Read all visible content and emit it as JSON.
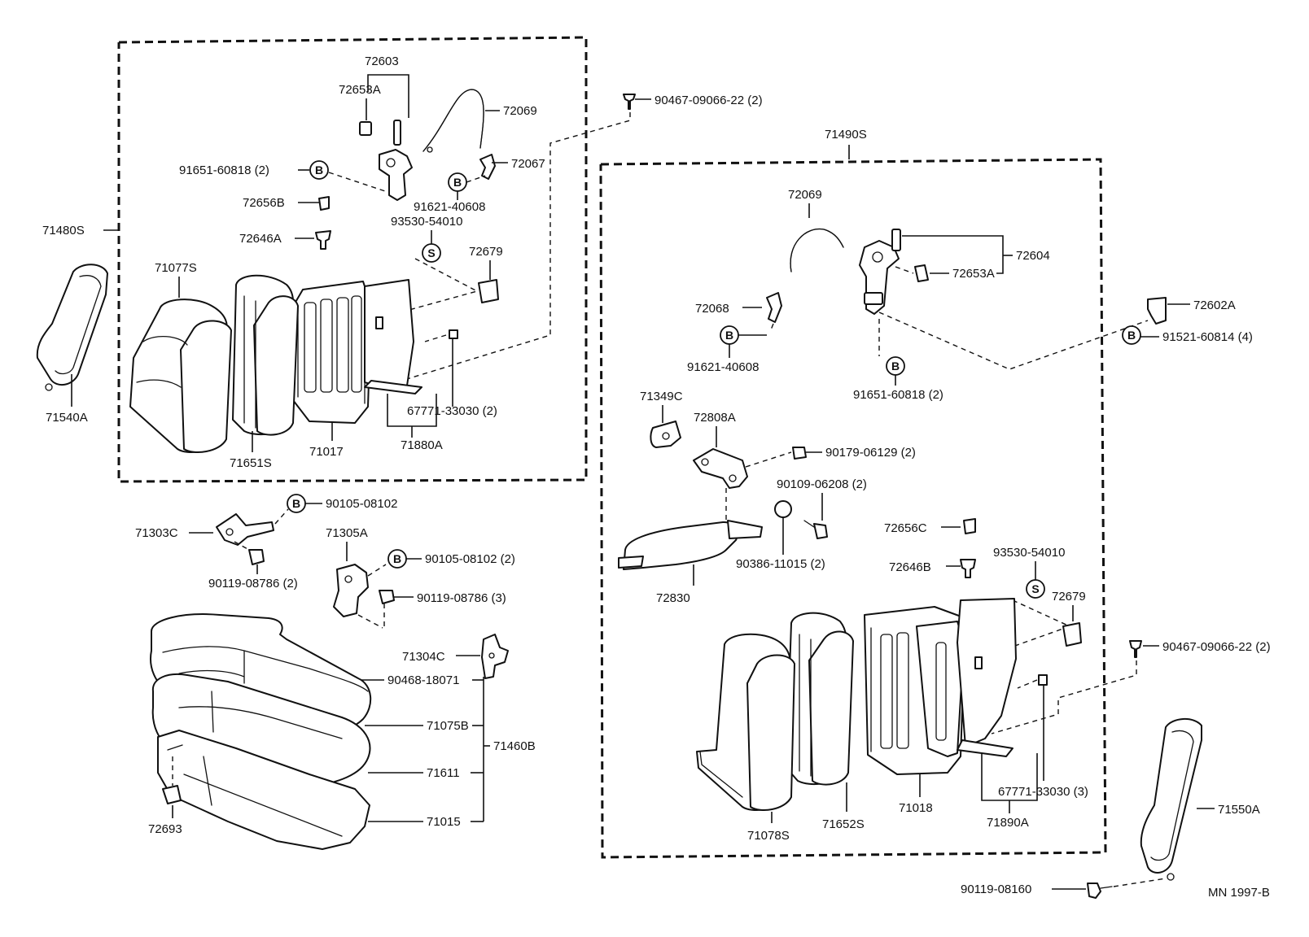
{
  "groups": {
    "g71480S": "71480S",
    "g71490S": "71490S",
    "g71460B": "71460B"
  },
  "symbols": {
    "bolt": "B",
    "screw": "S"
  },
  "labels": {
    "p72603": "72603",
    "p72653A_l": "72653A",
    "p72069_l": "72069",
    "p90467_t": "90467-09066-22 (2)",
    "p91651_l": "91651-60818 (2)",
    "p72067": "72067",
    "p91621_l": "91621-40608",
    "p72656B": "72656B",
    "p93530_l": "93530-54010",
    "p72646A": "72646A",
    "p72679_l": "72679",
    "p71077S": "71077S",
    "p71540A": "71540A",
    "p71017": "71017",
    "p67771_l": "67771-33030 (2)",
    "p71880A": "71880A",
    "p71651S": "71651S",
    "p72069_r": "72069",
    "p72604": "72604",
    "p72653A_r": "72653A",
    "p72068": "72068",
    "p72602A": "72602A",
    "p91521": "91521-60814 (4)",
    "p91621_r": "91621-40608",
    "p91651_r": "91651-60818 (2)",
    "p71349C": "71349C",
    "p72808A": "72808A",
    "p90179": "90179-06129 (2)",
    "p90109": "90109-06208 (2)",
    "p72656C": "72656C",
    "p93530_r": "93530-54010",
    "p72646B": "72646B",
    "p72679_r": "72679",
    "p72830": "72830",
    "p90386": "90386-11015 (2)",
    "p90467_r": "90467-09066-22 (2)",
    "p71078S": "71078S",
    "p71652S": "71652S",
    "p71018": "71018",
    "p67771_r": "67771-33030 (3)",
    "p71890A": "71890A",
    "p71550A": "71550A",
    "p90119_08160": "90119-08160",
    "p71303C": "71303C",
    "p90105_a": "90105-08102",
    "p71305A": "71305A",
    "p90105_b": "90105-08102 (2)",
    "p90119_08786a": "90119-08786 (2)",
    "p90119_08786b": "90119-08786 (3)",
    "p71304C": "71304C",
    "p90468": "90468-18071",
    "p71075B": "71075B",
    "p71611": "71611",
    "p71015": "71015",
    "p72693": "72693"
  },
  "footer": {
    "code": "MN 1997-B"
  }
}
